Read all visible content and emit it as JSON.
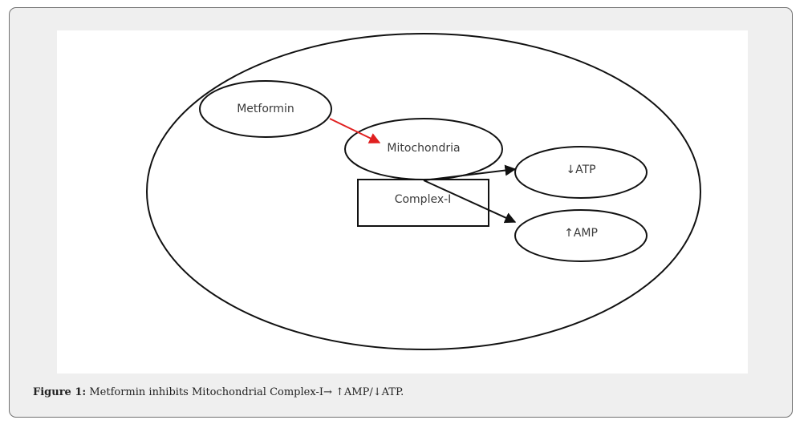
{
  "diagram": {
    "nodes": {
      "metformin": "Metformin",
      "mitochondria": "Mitochondria",
      "complex": "Complex-I",
      "atp": "↓ATP",
      "amp": "↑AMP"
    },
    "colors": {
      "stroke": "#111111",
      "activation_arrow": "#e02020"
    }
  },
  "caption": {
    "label": "Figure 1:",
    "text": " Metformin inhibits Mitochondrial Complex-I→ ↑AMP/↓ATP."
  }
}
